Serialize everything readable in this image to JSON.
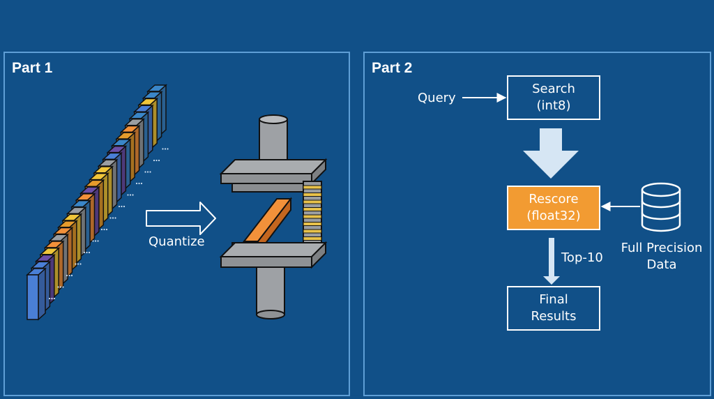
{
  "part1": {
    "title": "Part 1",
    "quantize_label": "Quantize",
    "vector_colors": [
      "#4a7fd6",
      "#6b4fa8",
      "#e59b2c",
      "#f0c63a",
      "#f2913a",
      "#9a9ea3",
      "#3a86c8"
    ],
    "highlight_color": "#f2913a"
  },
  "part2": {
    "title": "Part 2",
    "query_label": "Query",
    "search_box": {
      "line1": "Search",
      "line2": "(int8)"
    },
    "rescore_box": {
      "line1": "Rescore",
      "line2": "(float32)",
      "fill": "#f29b32"
    },
    "topk_label": "Top-10",
    "final_box": {
      "line1": "Final",
      "line2": "Results"
    },
    "datastore_label": {
      "line1": "Full Precision",
      "line2": "Data"
    }
  },
  "colors": {
    "background": "#115088",
    "panel_border": "#5f9fd6",
    "text": "#ffffff",
    "arrow_light": "#d6e6f4"
  }
}
